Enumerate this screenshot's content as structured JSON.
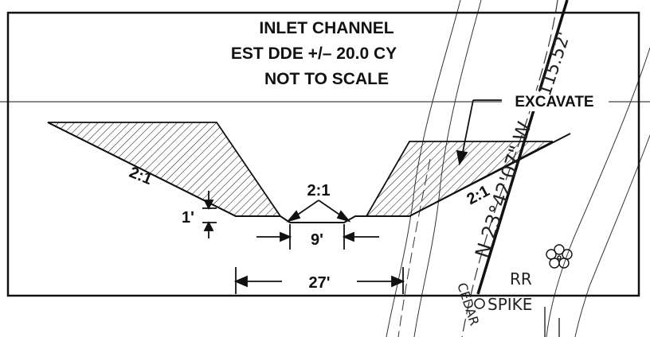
{
  "title": {
    "line1": "INLET CHANNEL",
    "line2": "EST DDE +/– 20.0 CY",
    "line3": "NOT TO SCALE"
  },
  "labels": {
    "excavate": "EXCAVATE",
    "slope_left": "2:1",
    "slope_right": "2:1",
    "slope_bottom": "2:1",
    "depth": "1'",
    "bottom_width": "9'",
    "top_width": "27'"
  },
  "survey": {
    "distance": "115.52'",
    "bearing": "N 23°42'07\" W",
    "rr_spike": "RR\nSPIKE",
    "road": "CEDAR"
  }
}
